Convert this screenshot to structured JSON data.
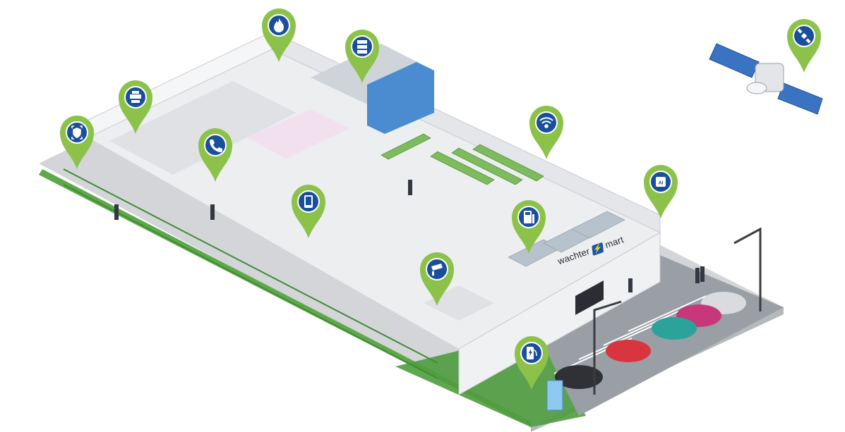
{
  "store_sign": {
    "name_left": "wachter",
    "name_right": "mart"
  },
  "colors": {
    "pin_green": "#8cc249",
    "pin_icon_bg": "#1a4f9c",
    "fence_green": "#4c9a3c",
    "floor_gray": "#e9eaec",
    "wall_gray": "#d7d9dd"
  },
  "pins": [
    {
      "id": "security",
      "icon": "shield-camera-icon"
    },
    {
      "id": "equipment-room",
      "icon": "server-printer-icon"
    },
    {
      "id": "fire-safety",
      "icon": "flame-icon"
    },
    {
      "id": "server-rack",
      "icon": "server-rack-icon"
    },
    {
      "id": "voip",
      "icon": "phone-call-icon"
    },
    {
      "id": "digital-signage",
      "icon": "tablet-icon"
    },
    {
      "id": "wifi",
      "icon": "wifi-icon"
    },
    {
      "id": "pos",
      "icon": "pos-terminal-icon"
    },
    {
      "id": "ai",
      "icon": "ai-chip-icon"
    },
    {
      "id": "cctv",
      "icon": "cctv-camera-icon"
    },
    {
      "id": "ev-charging",
      "icon": "ev-charger-icon"
    },
    {
      "id": "satellite",
      "icon": "satellite-icon"
    }
  ]
}
